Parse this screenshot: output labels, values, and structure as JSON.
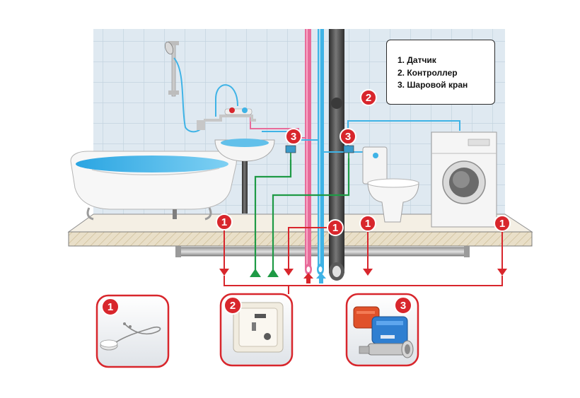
{
  "legend": {
    "items": [
      "1. Датчик",
      "2. Контроллер",
      "3. Шаровой кран"
    ]
  },
  "badges": {
    "sensor": "1",
    "controller": "2",
    "valve": "3"
  },
  "colors": {
    "tile_background": "#dbe7f0",
    "tile_grout": "#c2d2de",
    "floor_slab": "#e8ddc7",
    "signal_line_red": "#d8262c",
    "valve_line_green": "#1e9a45",
    "hot_water_pipe": "#e86b9a",
    "cold_water_pipe": "#3fb3e6",
    "sewer_pipe": "#4d4d4d",
    "badge_fill": "#d8262c",
    "card_border": "#d8262c"
  }
}
